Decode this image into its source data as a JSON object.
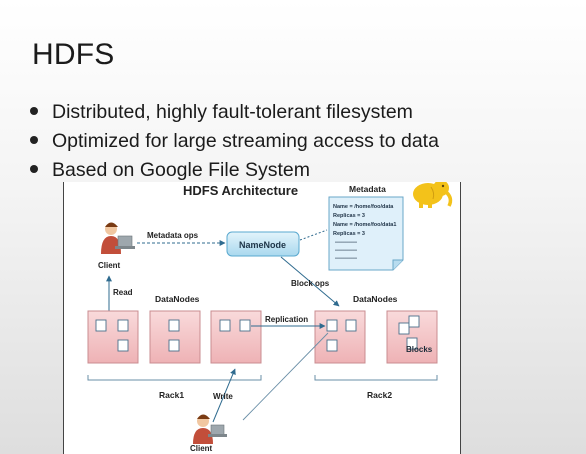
{
  "slide": {
    "title": "HDFS",
    "bullets": [
      "Distributed, highly fault-tolerant filesystem",
      "Optimized for large streaming access to data",
      "Based on Google File System"
    ]
  },
  "diagram": {
    "title": "HDFS Architecture",
    "metadata_title": "Metadata",
    "metadata_lines": [
      "Name = /home/foo/data",
      "Replicas = 3",
      "Name = /home/foo/data1",
      "Replicas = 3",
      "-----------",
      "-----------",
      "-----------"
    ],
    "namenode_label": "NameNode",
    "metadata_ops_label": "Metadata ops",
    "block_ops_label": "Block ops",
    "client_label": "Client",
    "read_label": "Read",
    "write_label": "Write",
    "replication_label": "Replication",
    "datanodes_left_label": "DataNodes",
    "datanodes_right_label": "DataNodes",
    "blocks_label": "Blocks",
    "rack1_label": "Rack1",
    "rack2_label": "Rack2",
    "colors": {
      "datanode_fill": "#f2c3c5",
      "datanode_stroke": "#c98c90",
      "namenode_fill": "#bfe3f2",
      "namenode_stroke": "#5aa9cf",
      "arrow": "#2f6b8f"
    }
  }
}
